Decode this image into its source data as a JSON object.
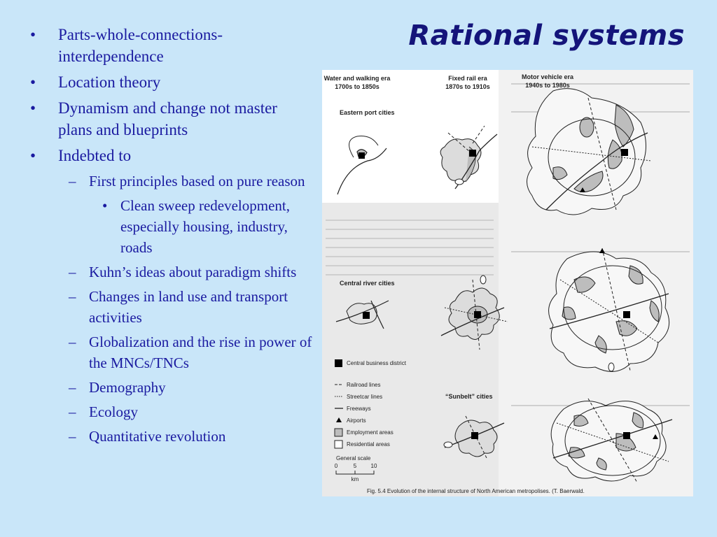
{
  "slide": {
    "title": "Rational systems",
    "bullets": [
      {
        "level": 1,
        "text": "Parts-whole-connections-interdependence"
      },
      {
        "level": 1,
        "text": "Location theory"
      },
      {
        "level": 1,
        "text": "Dynamism and change not master plans and blueprints"
      },
      {
        "level": 1,
        "text": "Indebted to"
      },
      {
        "level": 2,
        "text": "First principles based on pure reason"
      },
      {
        "level": 3,
        "text": "Clean sweep redevelopment, especially housing, industry, roads"
      },
      {
        "level": 2,
        "text": "Kuhn’s ideas about paradigm shifts"
      },
      {
        "level": 2,
        "text": "Changes in land use and transport activities"
      },
      {
        "level": 2,
        "text": "Globalization and the rise in power of the MNCs/TNCs"
      },
      {
        "level": 2,
        "text": "Demography"
      },
      {
        "level": 2,
        "text": "Ecology"
      },
      {
        "level": 2,
        "text": "Quantitative revolution"
      }
    ]
  },
  "figure": {
    "eras": [
      {
        "name": "Water and walking era",
        "years": "1700s to 1850s"
      },
      {
        "name": "Fixed rail era",
        "years": "1870s to 1910s"
      },
      {
        "name": "Motor vehicle era",
        "years": "1940s to 1980s"
      }
    ],
    "row_labels": [
      "Eastern port cities",
      "Central river cities",
      "“Sunbelt” cities"
    ],
    "legend": [
      {
        "symbol": "square",
        "label": "Central business district"
      },
      {
        "symbol": "dash",
        "label": "Railroad lines"
      },
      {
        "symbol": "dot",
        "label": "Streetcar lines"
      },
      {
        "symbol": "line",
        "label": "Freeways"
      },
      {
        "symbol": "triangle",
        "label": "Airports"
      },
      {
        "symbol": "grey-box",
        "label": "Employment areas"
      },
      {
        "symbol": "white-box",
        "label": "Residential areas"
      }
    ],
    "scale": {
      "title": "General scale",
      "ticks": [
        "0",
        "5",
        "10"
      ],
      "unit": "km"
    },
    "caption": "Fig. 5.4   Evolution of the internal structure of North American metropolises. (T. Baerwald."
  }
}
